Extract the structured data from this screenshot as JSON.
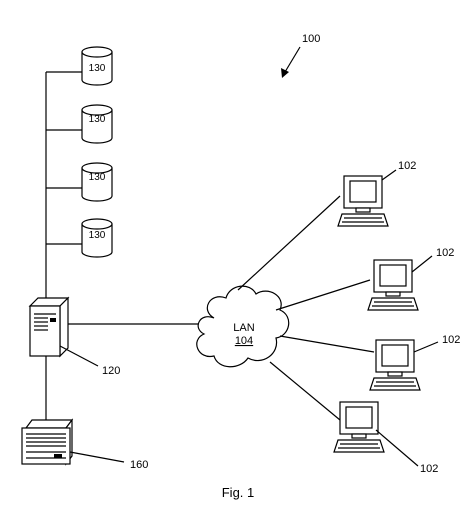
{
  "figure": {
    "system_ref": "100",
    "caption": "Fig. 1"
  },
  "storage": {
    "ref": "130",
    "count": 4
  },
  "server": {
    "ref": "120"
  },
  "printer": {
    "ref": "160"
  },
  "network": {
    "name": "LAN",
    "ref": "104"
  },
  "clients": {
    "ref": "102",
    "count": 4
  }
}
